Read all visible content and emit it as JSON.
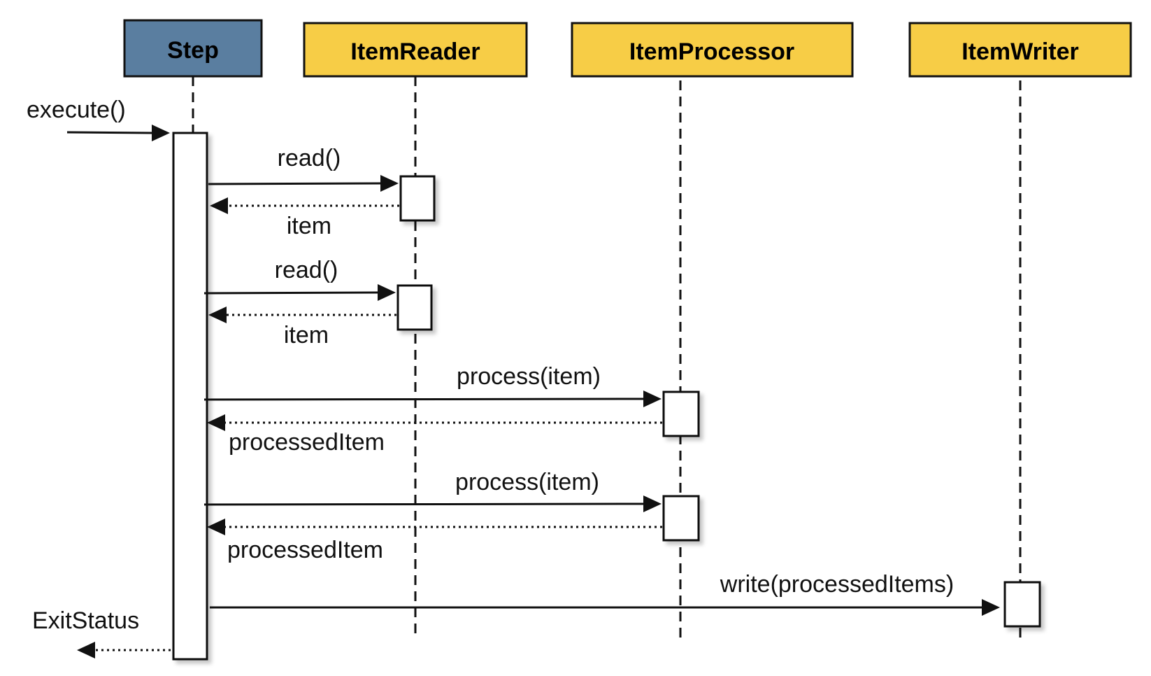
{
  "colors": {
    "step_header": "#5A7EA0",
    "component_header": "#F7CD46",
    "line": "#111111"
  },
  "participants": {
    "step": "Step",
    "reader": "ItemReader",
    "processor": "ItemProcessor",
    "writer": "ItemWriter"
  },
  "messages": {
    "execute": "execute()",
    "read_1": "read()",
    "item_1": "item",
    "read_2": "read()",
    "item_2": "item",
    "process_1": "process(item)",
    "processed_item_1": "processedItem",
    "process_2": "process(item)",
    "processed_item_2": "processedItem",
    "write": "write(processedItems)",
    "exit_status": "ExitStatus"
  }
}
